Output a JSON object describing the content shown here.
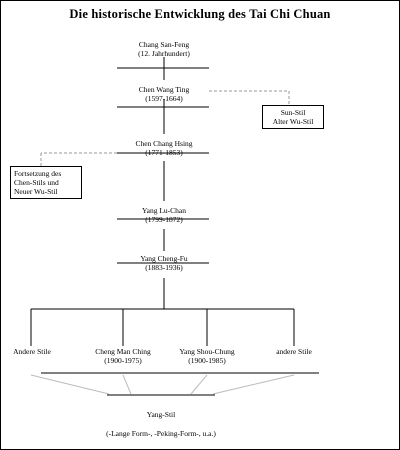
{
  "title": "Die historische Entwicklung des Tai Chi Chuan",
  "nodes": {
    "chang_san_feng": {
      "name": "Chang San-Feng",
      "detail": "(12. Jahrhundert)"
    },
    "chen_wang_ting": {
      "name": "Chen Wang Ting",
      "detail": "(1597-1664)"
    },
    "chen_chang_hsing": {
      "name": "Chen Chang Hsing",
      "detail": "(1771-1853)"
    },
    "yang_lu_chan": {
      "name": "Yang Lu-Chan",
      "detail": "(1799-1872)"
    },
    "yang_cheng_fu": {
      "name": "Yang Cheng-Fu",
      "detail": "(1883-1936)"
    },
    "andere_stile_left": {
      "name": "Andere Stile"
    },
    "cheng_man_ching": {
      "name": "Cheng Man Ching",
      "detail": "(1900-1975)"
    },
    "yang_shou_chung": {
      "name": "Yang Shou-Chung",
      "detail": "(1900-1985)"
    },
    "andere_stile_right": {
      "name": "andere Stile"
    },
    "yang_stil": {
      "name": "Yang-Stil",
      "detail": "(-Lange Form-, -Peking-Form-, u.a.)"
    }
  },
  "side_boxes": {
    "sun_wu": {
      "line1": "Sun-Stil",
      "line2": "Alter Wu-Stil"
    },
    "fortsetzung": {
      "line1": "Fortsetzung des",
      "line2": "Chen-Stils und",
      "line3": "Neuer Wu-Stil"
    }
  },
  "colors": {
    "line": "#000000",
    "dashed": "#999999",
    "background": "#ffffff"
  }
}
